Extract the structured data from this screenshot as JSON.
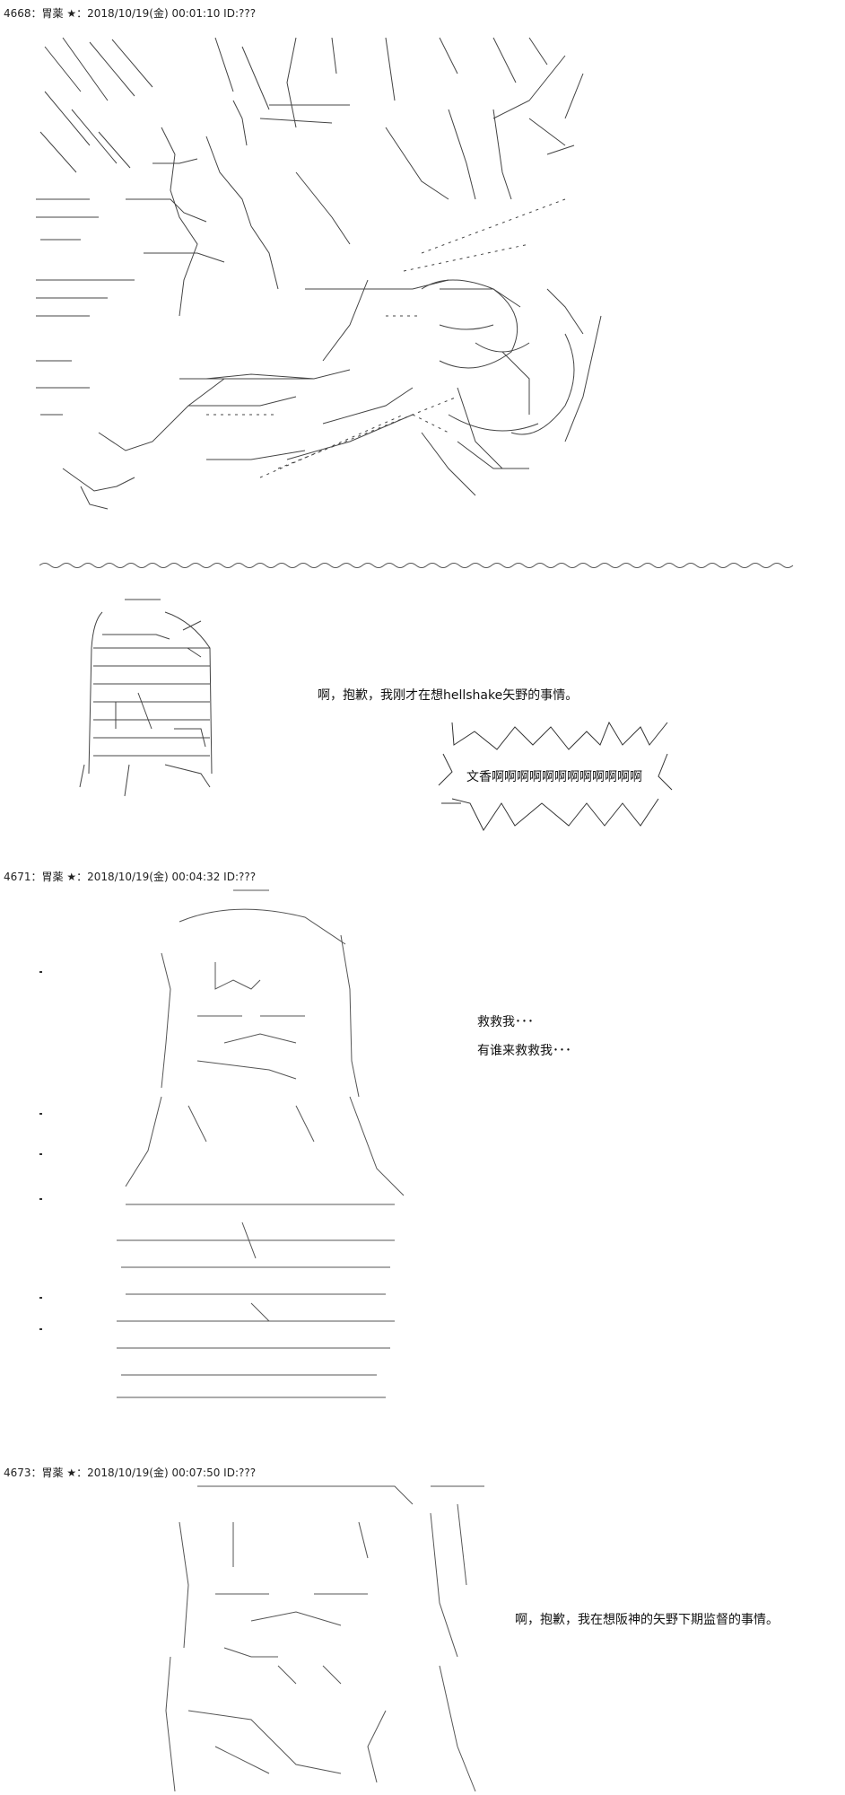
{
  "posts": [
    {
      "header": "4668：胃薬 ★：2018/10/19(金) 00:01:10 ID:???",
      "dialogue": [
        "啊，抱歉，我刚才在想hellshake矢野的事情。"
      ],
      "shout": "文香啊啊啊啊啊啊啊啊啊啊啊啊"
    },
    {
      "header": "4671：胃薬 ★：2018/10/19(金) 00:04:32 ID:???",
      "dialogue": [
        "救救我･･･",
        "有谁来救救我･･･"
      ]
    },
    {
      "header": "4673：胃薬 ★：2018/10/19(金) 00:07:50 ID:???",
      "dialogue": [
        "啊，抱歉，我在想阪神的矢野下期监督的事情。"
      ]
    }
  ]
}
